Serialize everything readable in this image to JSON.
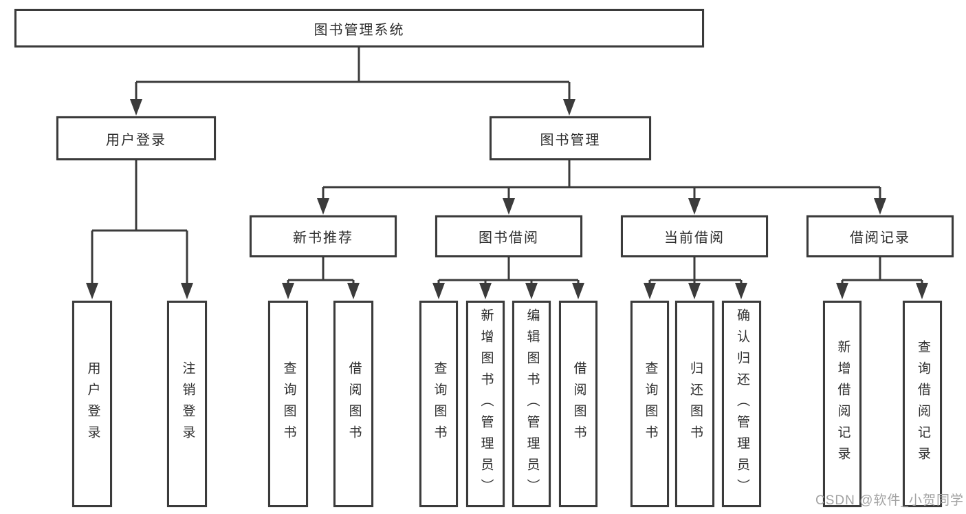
{
  "diagram": {
    "tree": {
      "root": {
        "label": "图书管理系统"
      },
      "level2": [
        {
          "label": "用户登录"
        },
        {
          "label": "图书管理"
        }
      ],
      "level3": [
        {
          "label": "新书推荐"
        },
        {
          "label": "图书借阅"
        },
        {
          "label": "当前借阅"
        },
        {
          "label": "借阅记录"
        }
      ],
      "leaves": {
        "userLogin": [
          {
            "label": "用户登录"
          },
          {
            "label": "注销登录"
          }
        ],
        "newBook": [
          {
            "label": "查询图书"
          },
          {
            "label": "借阅图书"
          }
        ],
        "bookBorrow": [
          {
            "label": "查询图书"
          },
          {
            "label": "新增图书（管理员）"
          },
          {
            "label": "编辑图书（管理员）"
          },
          {
            "label": "借阅图书"
          }
        ],
        "currentBorrow": [
          {
            "label": "查询图书"
          },
          {
            "label": "归还图书"
          },
          {
            "label": "确认归还（管理员）"
          }
        ],
        "records": [
          {
            "label": "新增借阅记录"
          },
          {
            "label": "查询借阅记录"
          }
        ]
      }
    },
    "colors": {
      "line": "#3b3b3b",
      "text": "#2d2d2d",
      "watermark": "#a2a2a2",
      "background": "#ffffff"
    }
  },
  "watermark": {
    "text": "CSDN @软件_小贺同学"
  }
}
